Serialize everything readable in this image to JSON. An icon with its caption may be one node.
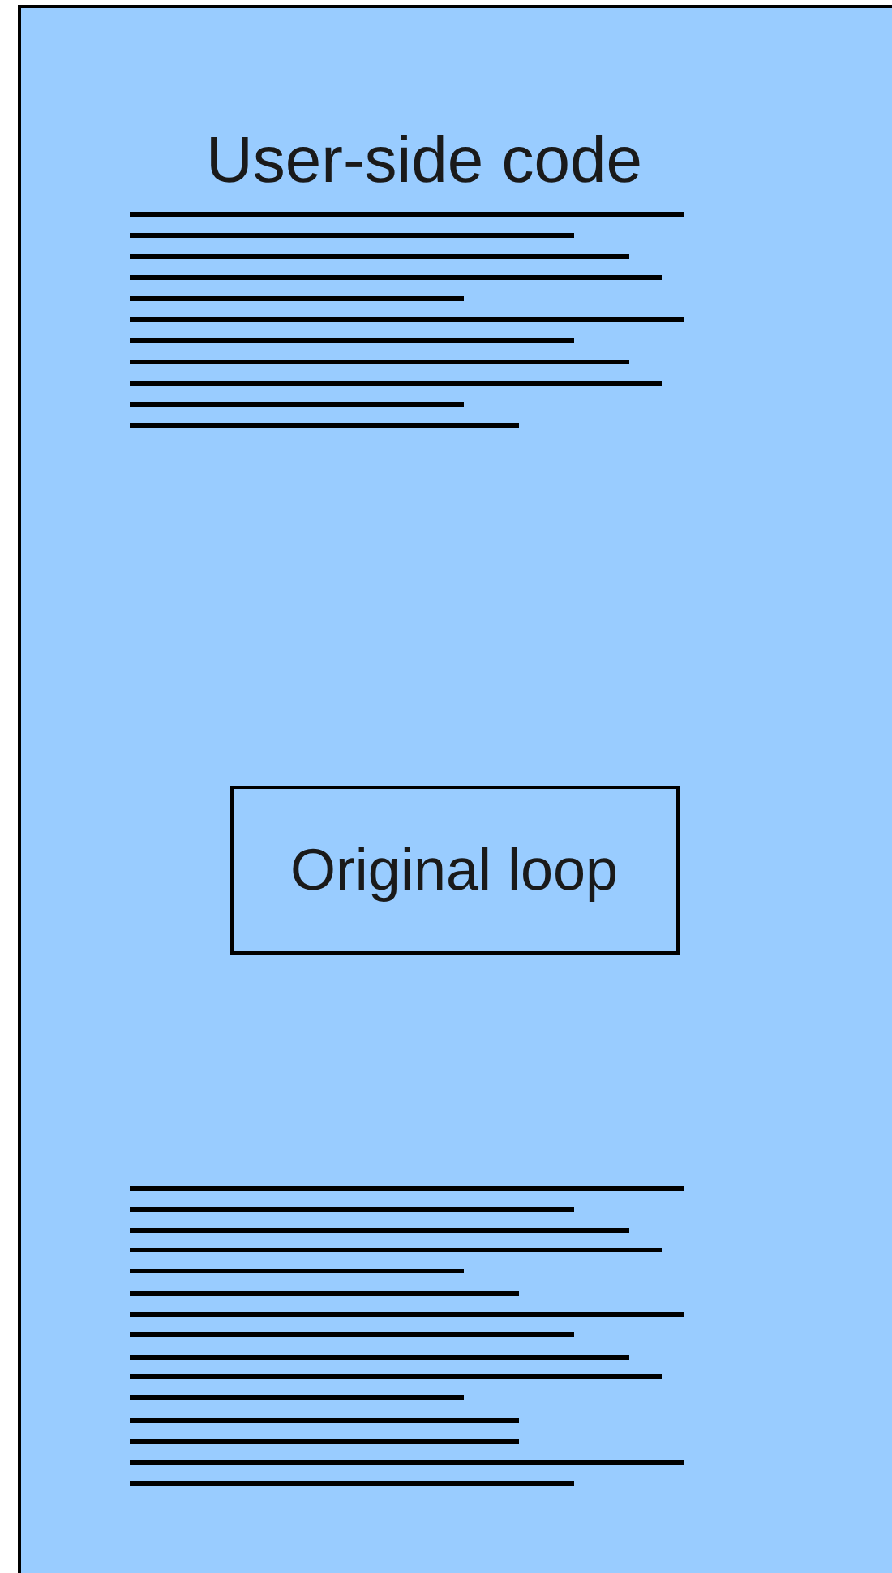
{
  "diagram": {
    "nodes": [
      {
        "text": [
          "User-side code"
        ]
      },
      {
        "text": [
          "Original loop"
        ],
        "in": 0
      }
    ],
    "edges": []
  }
}
